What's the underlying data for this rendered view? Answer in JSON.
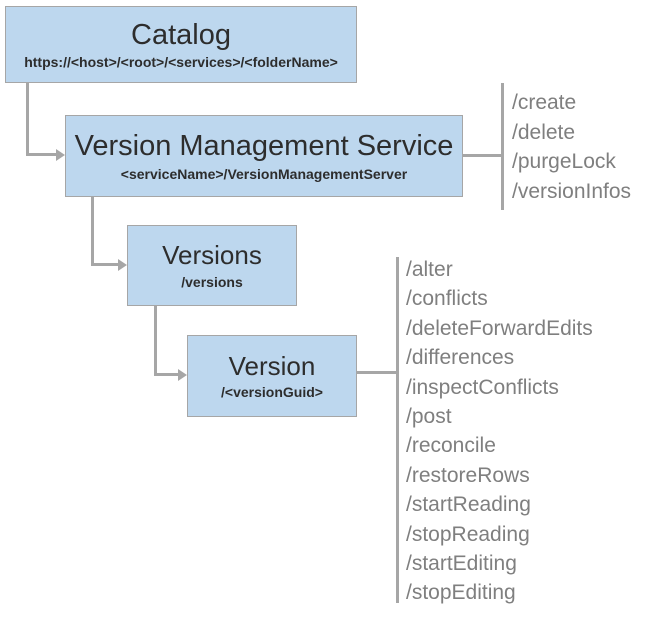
{
  "diagram": {
    "type": "api-resource-hierarchy",
    "colors": {
      "node_fill": "#bdd7ee",
      "node_border": "#a6a6a6",
      "connector": "#a6a6a6",
      "title_text": "#2d2d2d",
      "operation_text": "#7f7f7f"
    },
    "nodes": [
      {
        "id": "catalog",
        "title": "Catalog",
        "subtitle": "https://<host>/<root>/<services>/<folderName>"
      },
      {
        "id": "version-management-service",
        "title": "Version Management Service",
        "subtitle": "<serviceName>/VersionManagementServer",
        "operations": [
          "/create",
          "/delete",
          "/purgeLock",
          "/versionInfos"
        ]
      },
      {
        "id": "versions",
        "title": "Versions",
        "subtitle": "/versions"
      },
      {
        "id": "version",
        "title": "Version",
        "subtitle": "/<versionGuid>",
        "operations": [
          "/alter",
          "/conflicts",
          "/deleteForwardEdits",
          "/differences",
          "/inspectConflicts",
          "/post",
          "/reconcile",
          "/restoreRows",
          "/startReading",
          "/stopReading",
          "/startEditing",
          "/stopEditing"
        ]
      }
    ]
  }
}
